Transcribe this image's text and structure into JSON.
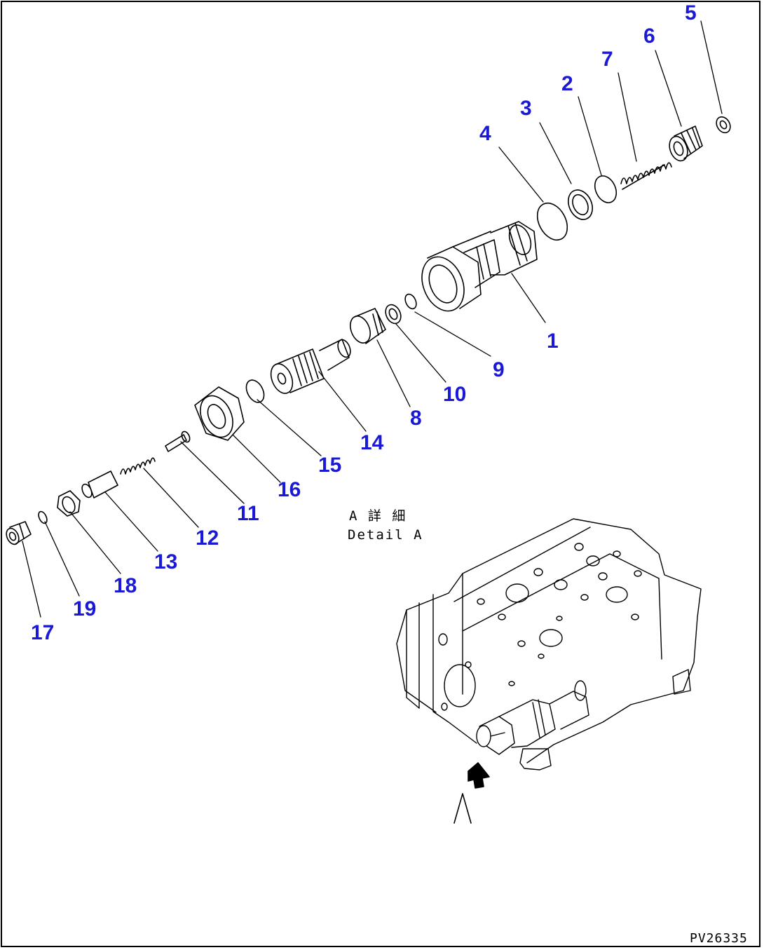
{
  "callouts": [
    "1",
    "2",
    "3",
    "4",
    "5",
    "6",
    "7",
    "8",
    "9",
    "10",
    "11",
    "12",
    "13",
    "14",
    "15",
    "16",
    "17",
    "18",
    "19"
  ],
  "detail_label_jp": "A 詳 細",
  "detail_label_en": "Detail A",
  "drawing_id": "PV26335"
}
